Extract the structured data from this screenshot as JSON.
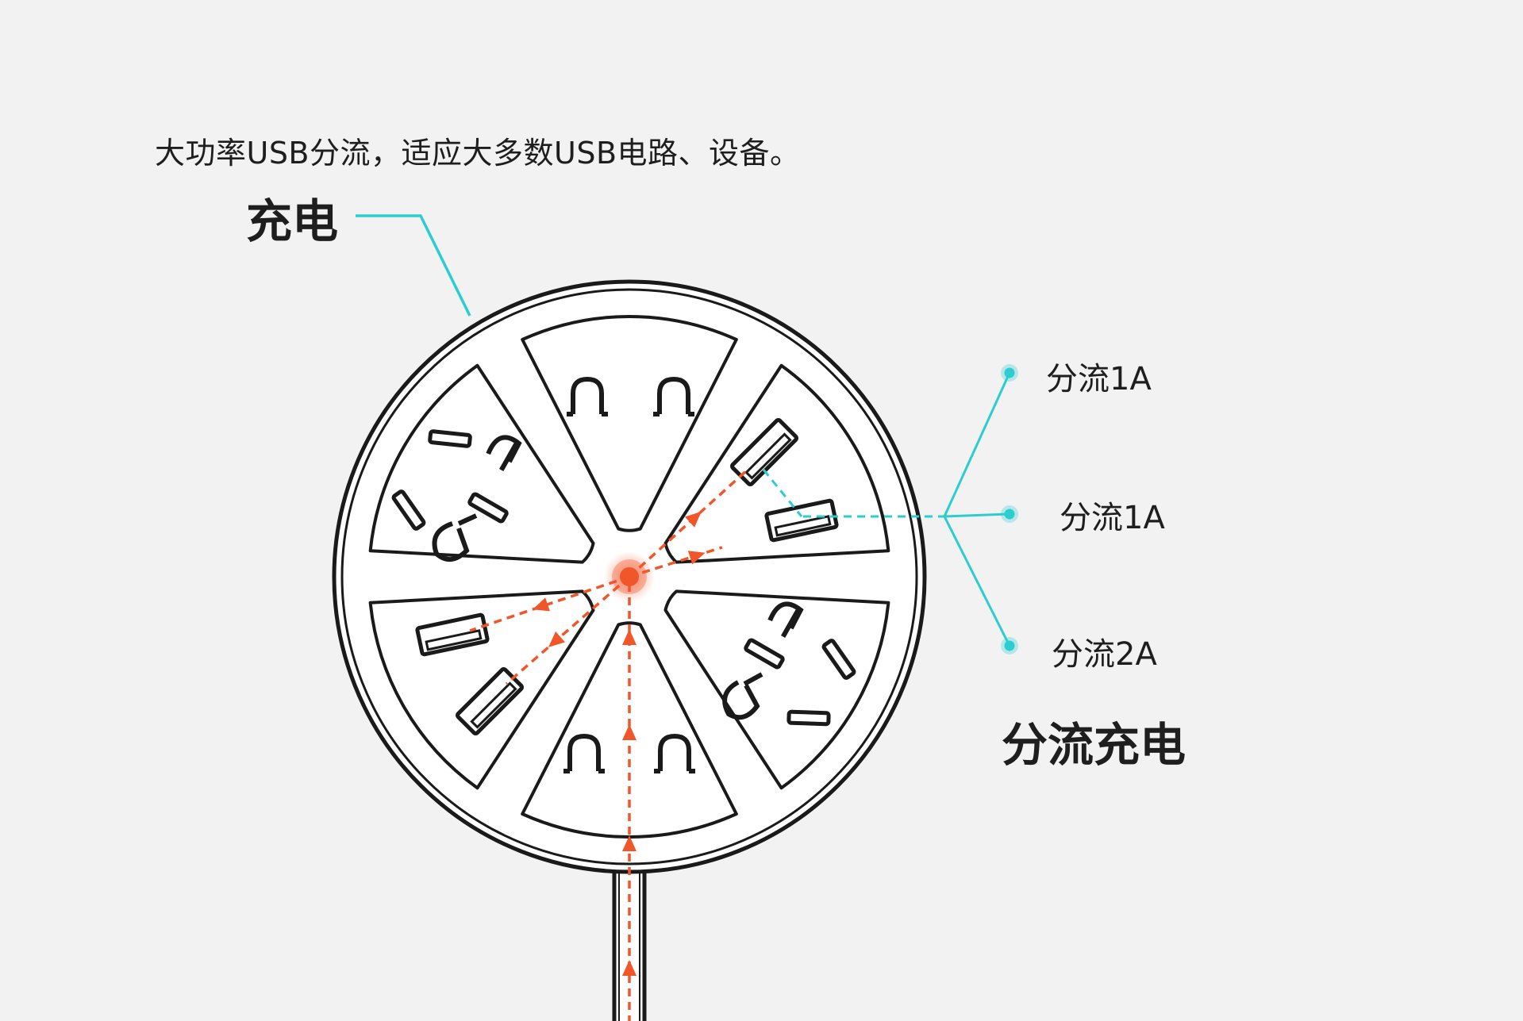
{
  "text": {
    "subtitle": "大功率USB分流，适应大多数USB电路、设备。",
    "charge_title": "充电",
    "split_title": "分流充电",
    "split_labels": [
      "分流1A",
      "分流1A",
      "分流2A"
    ]
  },
  "colors": {
    "background": "#f2f2f2",
    "outline": "#1a1a1a",
    "accent_teal": "#2ccdd0",
    "flow_orange": "#f0562a",
    "plate_fill": "#ffffff"
  },
  "icons": [
    "power-strip-icon",
    "ac-socket-icon",
    "usb-port-icon",
    "flow-arrow-icon",
    "power-cord-icon"
  ]
}
